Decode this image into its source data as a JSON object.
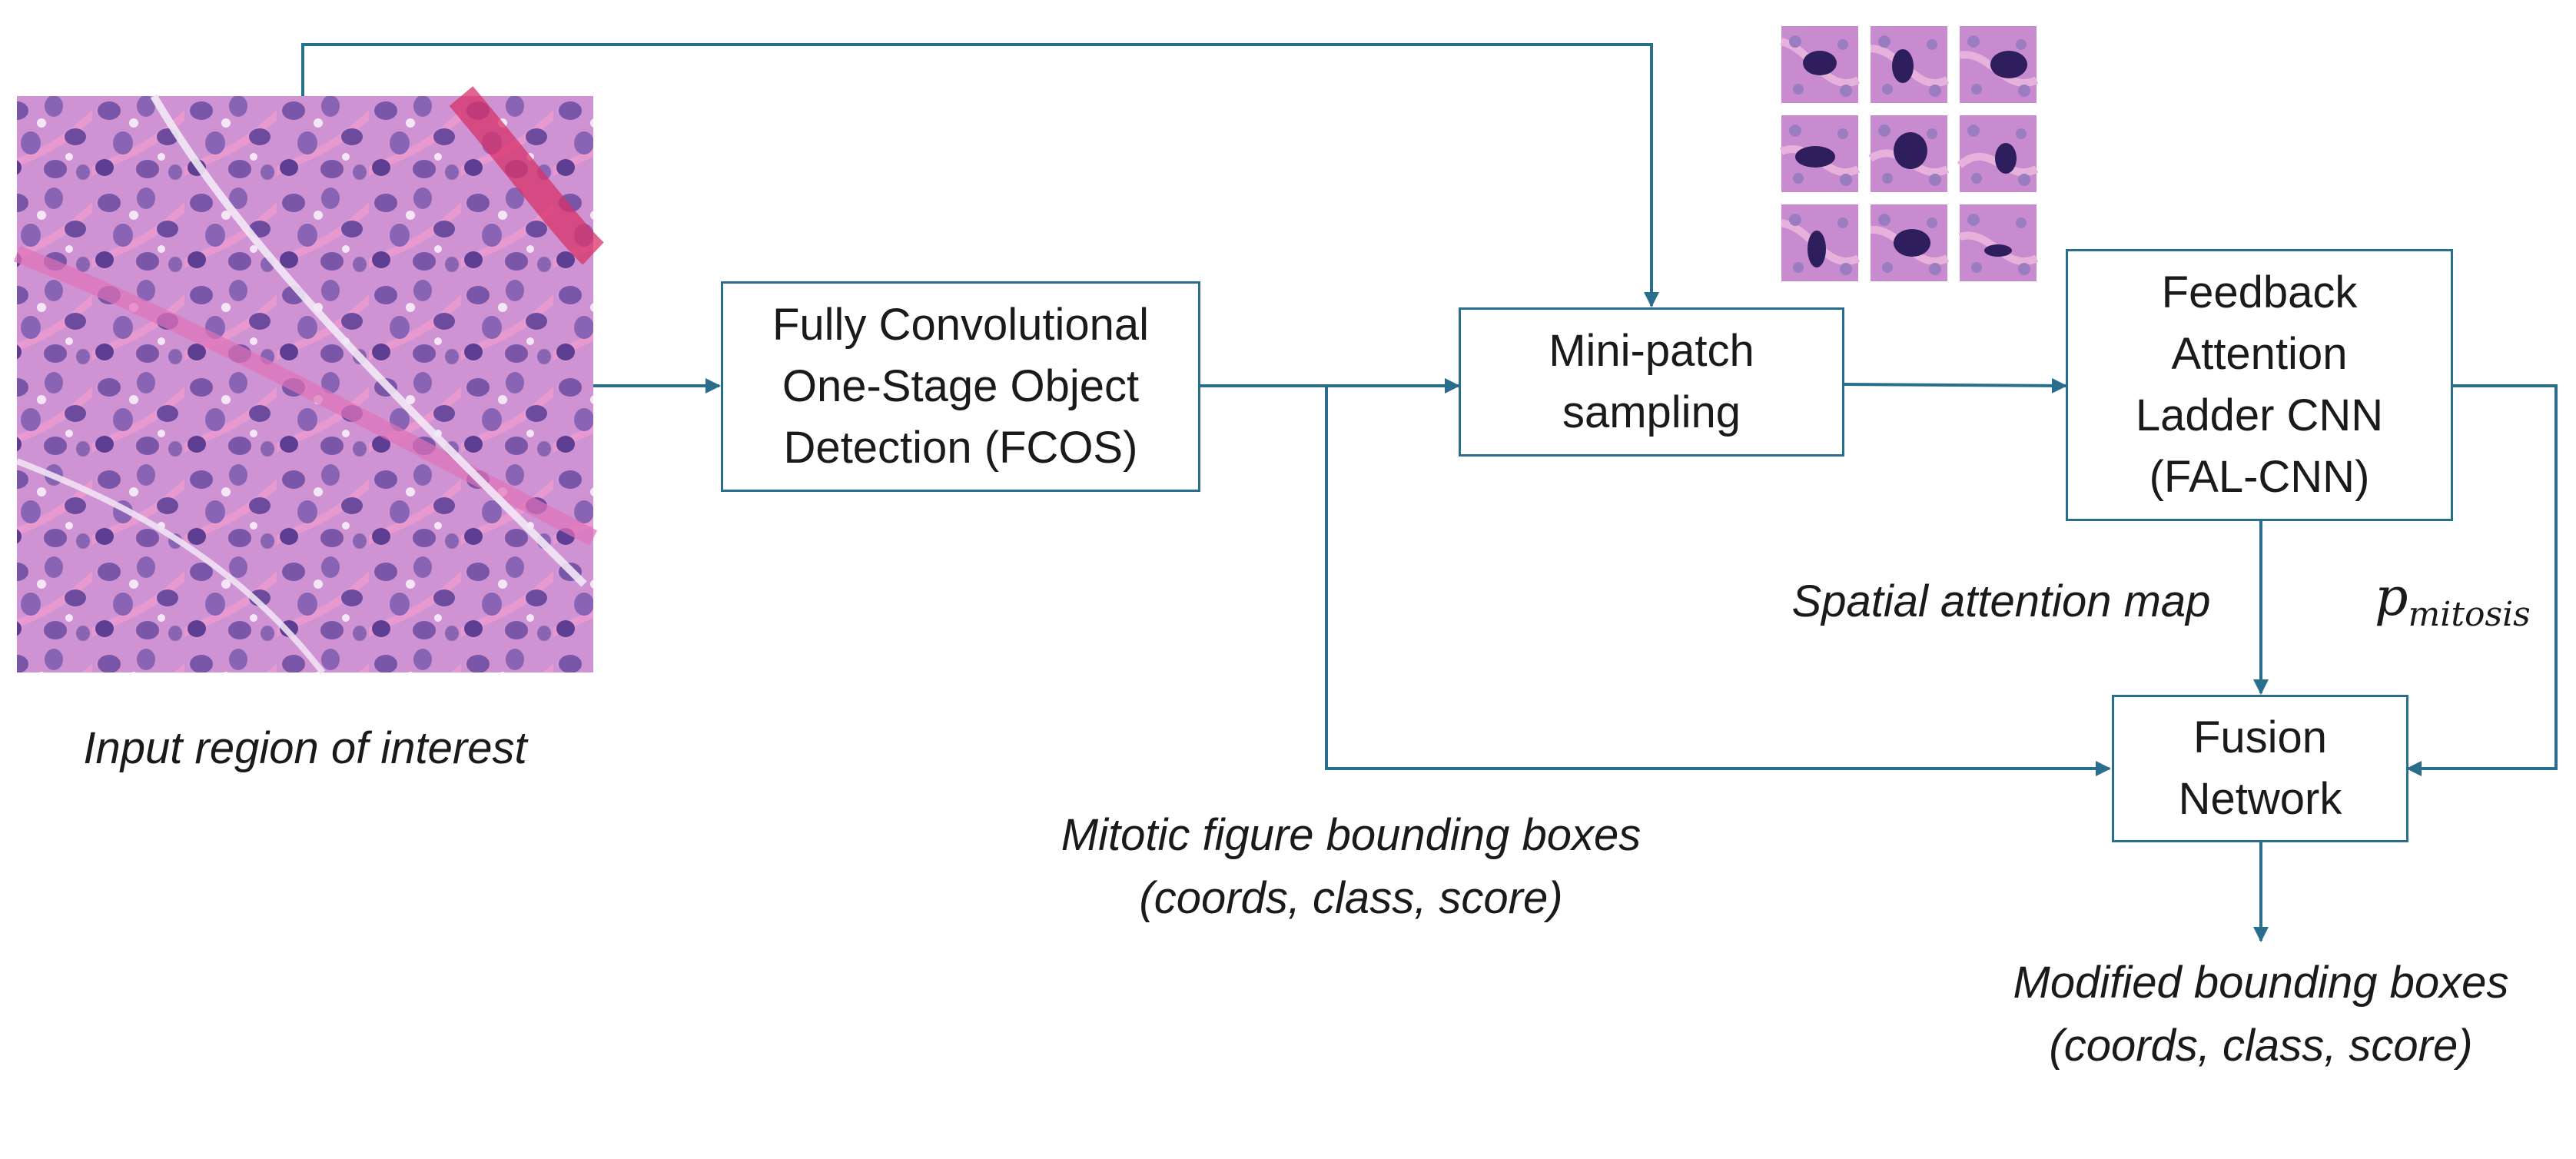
{
  "diagram": {
    "input_image": {
      "name": "histology-region-image",
      "caption": "Input region of interest"
    },
    "nodes": {
      "fcos": {
        "lines": [
          "Fully Convolutional",
          "One-Stage Object",
          "Detection (FCOS)"
        ]
      },
      "minipatch": {
        "lines": [
          "Mini-patch",
          "sampling"
        ]
      },
      "falcnn": {
        "lines": [
          "Feedback",
          "Attention",
          "Ladder CNN",
          "(FAL-CNN)"
        ]
      },
      "fusion": {
        "lines": [
          "Fusion",
          "Network"
        ]
      }
    },
    "edge_labels": {
      "detections": [
        "Mitotic figure bounding boxes",
        "(coords, class, score)"
      ],
      "attention": "Spatial attention map",
      "probability": {
        "base": "p",
        "subscript": "mitosis"
      },
      "output": [
        "Modified bounding boxes",
        "(coords, class, score)"
      ]
    },
    "patch_grid": {
      "rows": 3,
      "cols": 3
    },
    "colors": {
      "line": "#2a6e8e",
      "tissue_base": "#c98bd0",
      "nucleus": "#5a3a8a",
      "stroma": "#e07ab8"
    }
  }
}
